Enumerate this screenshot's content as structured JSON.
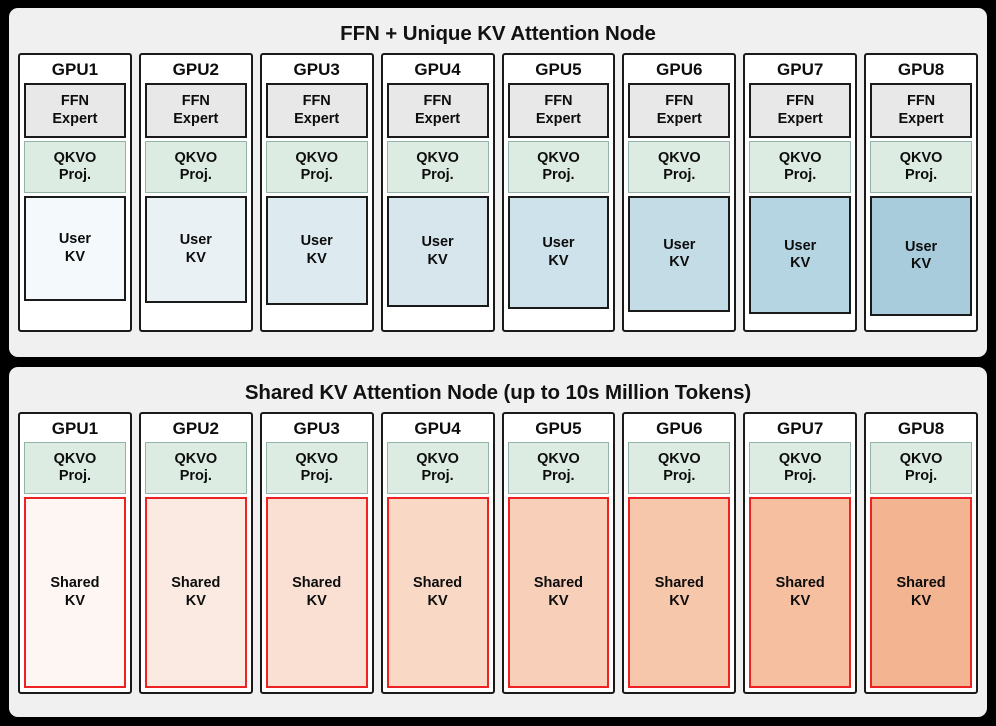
{
  "diagram": {
    "background_color": "#000000",
    "panel_color": "#f0f0f0"
  },
  "panels": [
    {
      "id": "ffn-unique-kv-attention-node",
      "title": "FFN + Unique KV Attention Node",
      "gpus": [
        {
          "label": "GPU1",
          "ffn": {
            "line1": "FFN",
            "line2": "Expert"
          },
          "qkvo": {
            "line1": "QKVO",
            "line2": "Proj."
          },
          "kv": {
            "line1": "User",
            "line2": "KV"
          },
          "kv_fill": "#f4fafb",
          "kv_height": 105
        },
        {
          "label": "GPU2",
          "ffn": {
            "line1": "FFN",
            "line2": "Expert"
          },
          "qkvo": {
            "line1": "QKVO",
            "line2": "Proj."
          },
          "kv": {
            "line1": "User",
            "line2": "KV"
          },
          "kv_fill": "#e9f1f5",
          "kv_height": 107
        },
        {
          "label": "GPU3",
          "ffn": {
            "line1": "FFN",
            "line2": "Expert"
          },
          "qkvo": {
            "line1": "QKVO",
            "line2": "Proj."
          },
          "kv": {
            "line1": "User",
            "line2": "KV"
          },
          "kv_fill": "#ddeaf0",
          "kv_height": 109
        },
        {
          "label": "GPU4",
          "ffn": {
            "line1": "FFN",
            "line2": "Expert"
          },
          "qkvo": {
            "line1": "QKVO",
            "line2": "Proj."
          },
          "kv": {
            "line1": "User",
            "line2": "KV"
          },
          "kv_fill": "#d6e6ec",
          "kv_height": 111
        },
        {
          "label": "GPU5",
          "ffn": {
            "line1": "FFN",
            "line2": "Expert"
          },
          "qkvo": {
            "line1": "QKVO",
            "line2": "Proj."
          },
          "kv": {
            "line1": "User",
            "line2": "KV"
          },
          "kv_fill": "#cde2ea",
          "kv_height": 113
        },
        {
          "label": "GPU6",
          "ffn": {
            "line1": "FFN",
            "line2": "Expert"
          },
          "qkvo": {
            "line1": "QKVO",
            "line2": "Proj."
          },
          "kv": {
            "line1": "User",
            "line2": "KV"
          },
          "kv_fill": "#c3dce6",
          "kv_height": 116
        },
        {
          "label": "GPU7",
          "ffn": {
            "line1": "FFN",
            "line2": "Expert"
          },
          "qkvo": {
            "line1": "QKVO",
            "line2": "Proj."
          },
          "kv": {
            "line1": "User",
            "line2": "KV"
          },
          "kv_fill": "#b6d5e2",
          "kv_height": 118
        },
        {
          "label": "GPU8",
          "ffn": {
            "line1": "FFN",
            "line2": "Expert"
          },
          "qkvo": {
            "line1": "QKVO",
            "line2": "Proj."
          },
          "kv": {
            "line1": "User",
            "line2": "KV"
          },
          "kv_fill": "#a9ccdc",
          "kv_height": 120
        }
      ]
    },
    {
      "id": "shared-kv-attention-node",
      "title": "Shared KV Attention Node (up to 10s Million Tokens)",
      "gpus": [
        {
          "label": "GPU1",
          "qkvo": {
            "line1": "QKVO",
            "line2": "Proj."
          },
          "kv": {
            "line1": "Shared",
            "line2": "KV"
          },
          "kv_fill": "#fdf6f3"
        },
        {
          "label": "GPU2",
          "qkvo": {
            "line1": "QKVO",
            "line2": "Proj."
          },
          "kv": {
            "line1": "Shared",
            "line2": "KV"
          },
          "kv_fill": "#fbeae2"
        },
        {
          "label": "GPU3",
          "qkvo": {
            "line1": "QKVO",
            "line2": "Proj."
          },
          "kv": {
            "line1": "Shared",
            "line2": "KV"
          },
          "kv_fill": "#fae0d3"
        },
        {
          "label": "GPU4",
          "qkvo": {
            "line1": "QKVO",
            "line2": "Proj."
          },
          "kv": {
            "line1": "Shared",
            "line2": "KV"
          },
          "kv_fill": "#f9d8c6"
        },
        {
          "label": "GPU5",
          "qkvo": {
            "line1": "QKVO",
            "line2": "Proj."
          },
          "kv": {
            "line1": "Shared",
            "line2": "KV"
          },
          "kv_fill": "#f8d0ba"
        },
        {
          "label": "GPU6",
          "qkvo": {
            "line1": "QKVO",
            "line2": "Proj."
          },
          "kv": {
            "line1": "Shared",
            "line2": "KV"
          },
          "kv_fill": "#f7c7ab"
        },
        {
          "label": "GPU7",
          "qkvo": {
            "line1": "QKVO",
            "line2": "Proj."
          },
          "kv": {
            "line1": "Shared",
            "line2": "KV"
          },
          "kv_fill": "#f6bf9f"
        },
        {
          "label": "GPU8",
          "qkvo": {
            "line1": "QKVO",
            "line2": "Proj."
          },
          "kv": {
            "line1": "Shared",
            "line2": "KV"
          },
          "kv_fill": "#f3b492"
        }
      ]
    }
  ],
  "colors": {
    "ffn_expert_fill": "#e8e8e8",
    "qkvo_fill": "#dcece3",
    "qkvo_border": "#93b3a6",
    "shared_kv_border": "#ee2222",
    "card_border": "#1a1a1a"
  }
}
